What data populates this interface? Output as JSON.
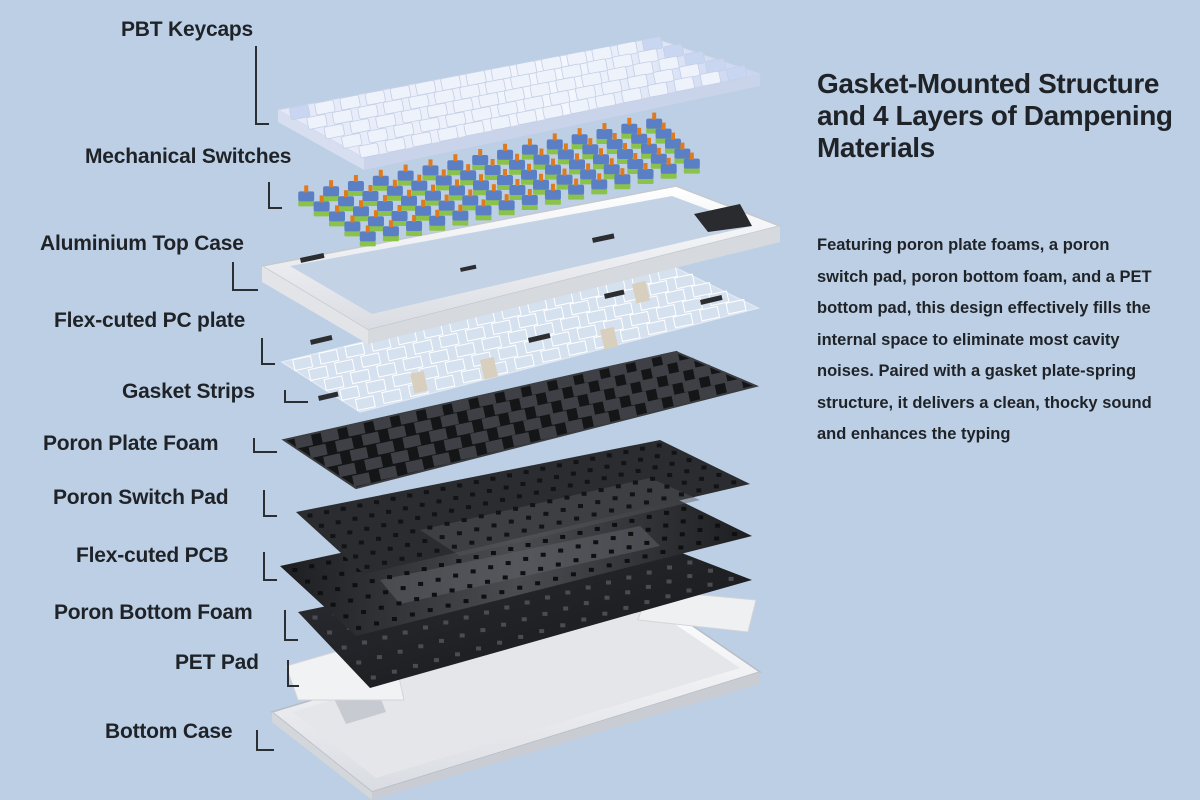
{
  "headline": "Gasket-Mounted Structure and 4 Layers of Dampening Materials",
  "description": "Featuring poron plate foams, a poron switch pad, poron bottom foam, and a PET bottom pad, this design effectively fills the internal space to eliminate most cavity noises. Paired with a gasket plate-spring structure, it delivers a clean, thocky sound and enhances the typing",
  "layers": [
    {
      "label": "PBT Keycaps"
    },
    {
      "label": "Mechanical Switches"
    },
    {
      "label": "Aluminium Top Case"
    },
    {
      "label": "Flex-cuted PC plate"
    },
    {
      "label": "Gasket Strips"
    },
    {
      "label": "Poron Plate Foam"
    },
    {
      "label": "Poron Switch Pad"
    },
    {
      "label": "Flex-cuted PCB"
    },
    {
      "label": "Poron Bottom Foam"
    },
    {
      "label": "PET Pad"
    },
    {
      "label": "Bottom Case"
    }
  ],
  "colors": {
    "background": "#bccfe5",
    "text": "#1f2328",
    "keycap": "#eef3fb",
    "keycap_accent": "#c9d6f2",
    "switch_housing": "#5b7fc4",
    "switch_stem": "#e07a1f",
    "switch_base": "#8bc34a",
    "case": "#f2f3f5",
    "foam": "#1c1d20",
    "pcb": "#2a2b2e"
  }
}
